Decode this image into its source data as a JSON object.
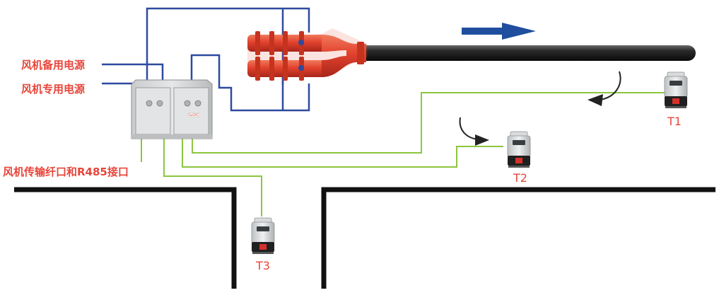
{
  "labels": {
    "backup_power": "风机备用电源",
    "dedicated_power": "风机专用电源",
    "interface": "风机传输纤口和R485接口",
    "controller_plate": "SwOAC"
  },
  "sensors": [
    "T1",
    "T2",
    "T3"
  ],
  "colors": {
    "power_line": "#2d4aa0",
    "signal_line": "#8cc63f",
    "label_red": "#e8453a",
    "fan_body": "#e2412d",
    "duct": "#2a2a2a",
    "flow_arrow": "#1f4e9e",
    "wall": "#111111"
  },
  "icons": {
    "flow": "right-arrow-icon",
    "airflow": "curved-arrow-icon",
    "sensor": "gas-sensor-icon"
  }
}
